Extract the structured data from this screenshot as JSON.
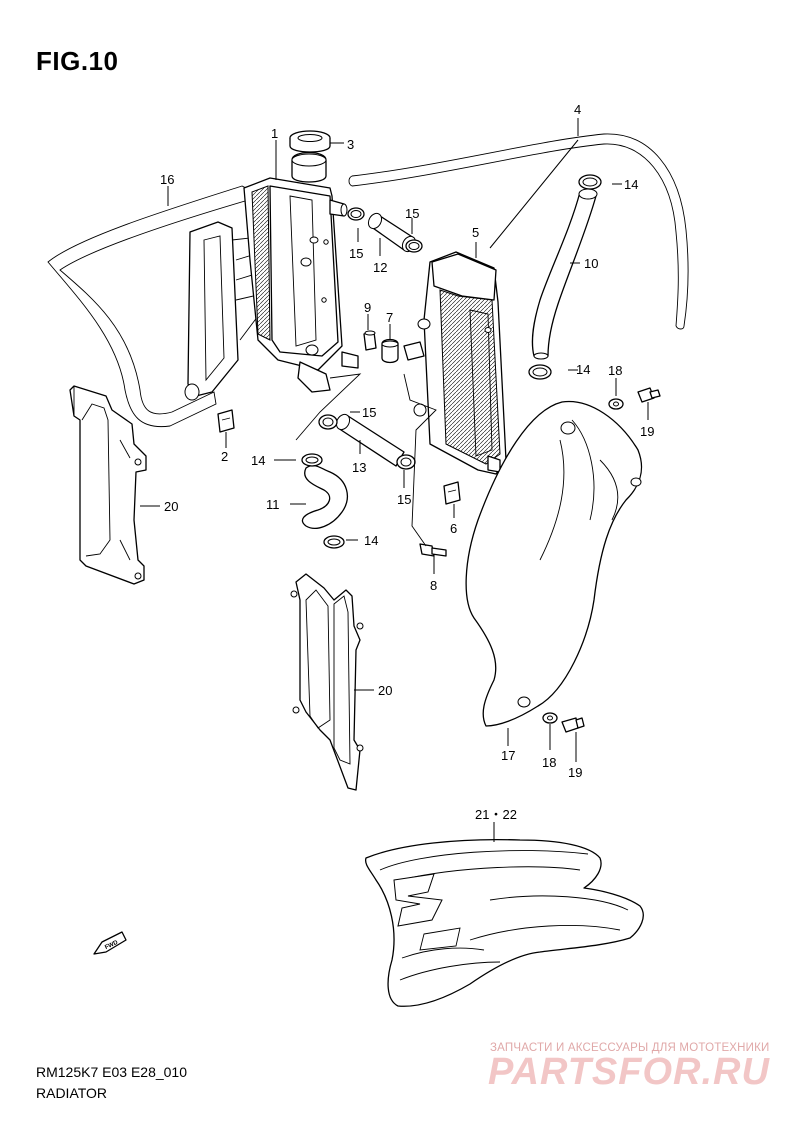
{
  "figure": {
    "title": "FIG.10",
    "code": "RM125K7 E03 E28_010",
    "name": "RADIATOR",
    "direction_marker": "FWD"
  },
  "watermark": {
    "subtitle": "ЗАПЧАСТИ И АКСЕССУАРЫ ДЛЯ МОТОТЕХНИКИ",
    "brand": "PARTSFOR.RU"
  },
  "callouts": [
    {
      "id": "c1",
      "label": "1"
    },
    {
      "id": "c2",
      "label": "2"
    },
    {
      "id": "c3",
      "label": "3"
    },
    {
      "id": "c4",
      "label": "4"
    },
    {
      "id": "c5",
      "label": "5"
    },
    {
      "id": "c6",
      "label": "6"
    },
    {
      "id": "c7",
      "label": "7"
    },
    {
      "id": "c8",
      "label": "8"
    },
    {
      "id": "c9",
      "label": "9"
    },
    {
      "id": "c10",
      "label": "10"
    },
    {
      "id": "c11",
      "label": "11"
    },
    {
      "id": "c12",
      "label": "12"
    },
    {
      "id": "c13",
      "label": "13"
    },
    {
      "id": "c14a",
      "label": "14"
    },
    {
      "id": "c14b",
      "label": "14"
    },
    {
      "id": "c14c",
      "label": "14"
    },
    {
      "id": "c14d",
      "label": "14"
    },
    {
      "id": "c15a",
      "label": "15"
    },
    {
      "id": "c15b",
      "label": "15"
    },
    {
      "id": "c15c",
      "label": "15"
    },
    {
      "id": "c15d",
      "label": "15"
    },
    {
      "id": "c16",
      "label": "16"
    },
    {
      "id": "c17",
      "label": "17"
    },
    {
      "id": "c18a",
      "label": "18"
    },
    {
      "id": "c18b",
      "label": "18"
    },
    {
      "id": "c19a",
      "label": "19"
    },
    {
      "id": "c19b",
      "label": "19"
    },
    {
      "id": "c20a",
      "label": "20"
    },
    {
      "id": "c20b",
      "label": "20"
    },
    {
      "id": "c21",
      "label": "21・22"
    }
  ]
}
